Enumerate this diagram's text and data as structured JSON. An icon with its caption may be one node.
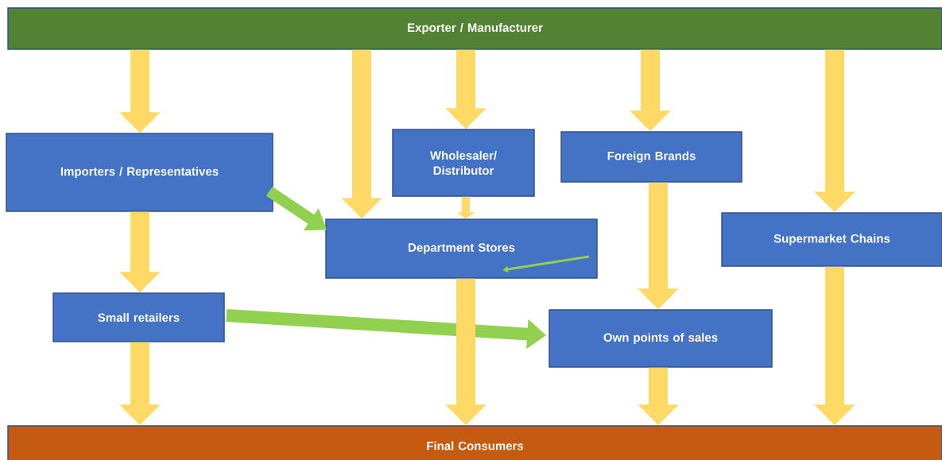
{
  "diagram": {
    "nodes": [
      {
        "text": [
          "Exporter / Manufacturer"
        ]
      },
      {
        "text": [
          "Importers / Representatives"
        ]
      },
      {
        "text": [
          "Wholesaler/ Distributor"
        ]
      },
      {
        "text": [
          "Foreign Brands"
        ]
      },
      {
        "text": [
          "Department Stores"
        ]
      },
      {
        "text": [
          "Supermarket Chains"
        ]
      },
      {
        "text": [
          "Small retailers"
        ]
      },
      {
        "text": [
          "Own points of sales"
        ]
      },
      {
        "text": [
          "Final Consumers"
        ]
      }
    ],
    "edges": [
      {
        "from": 0,
        "to": 1,
        "arrow": "to"
      },
      {
        "from": 0,
        "to": 4,
        "arrow": "to"
      },
      {
        "from": 0,
        "to": 2,
        "arrow": "to"
      },
      {
        "from": 0,
        "to": 3,
        "arrow": "to"
      },
      {
        "from": 0,
        "to": 5,
        "arrow": "to"
      },
      {
        "from": 1,
        "to": 4,
        "arrow": "to",
        "color": "#92d050"
      },
      {
        "from": 2,
        "to": 4,
        "arrow": "to"
      },
      {
        "from": 1,
        "to": 6,
        "arrow": "to"
      },
      {
        "from": 3,
        "to": 7,
        "arrow": "to"
      },
      {
        "from": 4,
        "to": null,
        "arrow": "to",
        "color": "#92d050"
      },
      {
        "from": 6,
        "to": 7,
        "arrow": "to",
        "color": "#92d050"
      },
      {
        "from": 6,
        "to": 8,
        "arrow": "to"
      },
      {
        "from": 4,
        "to": 8,
        "arrow": "to"
      },
      {
        "from": 7,
        "to": 8,
        "arrow": "to"
      },
      {
        "from": 5,
        "to": 8,
        "arrow": "to"
      }
    ]
  }
}
